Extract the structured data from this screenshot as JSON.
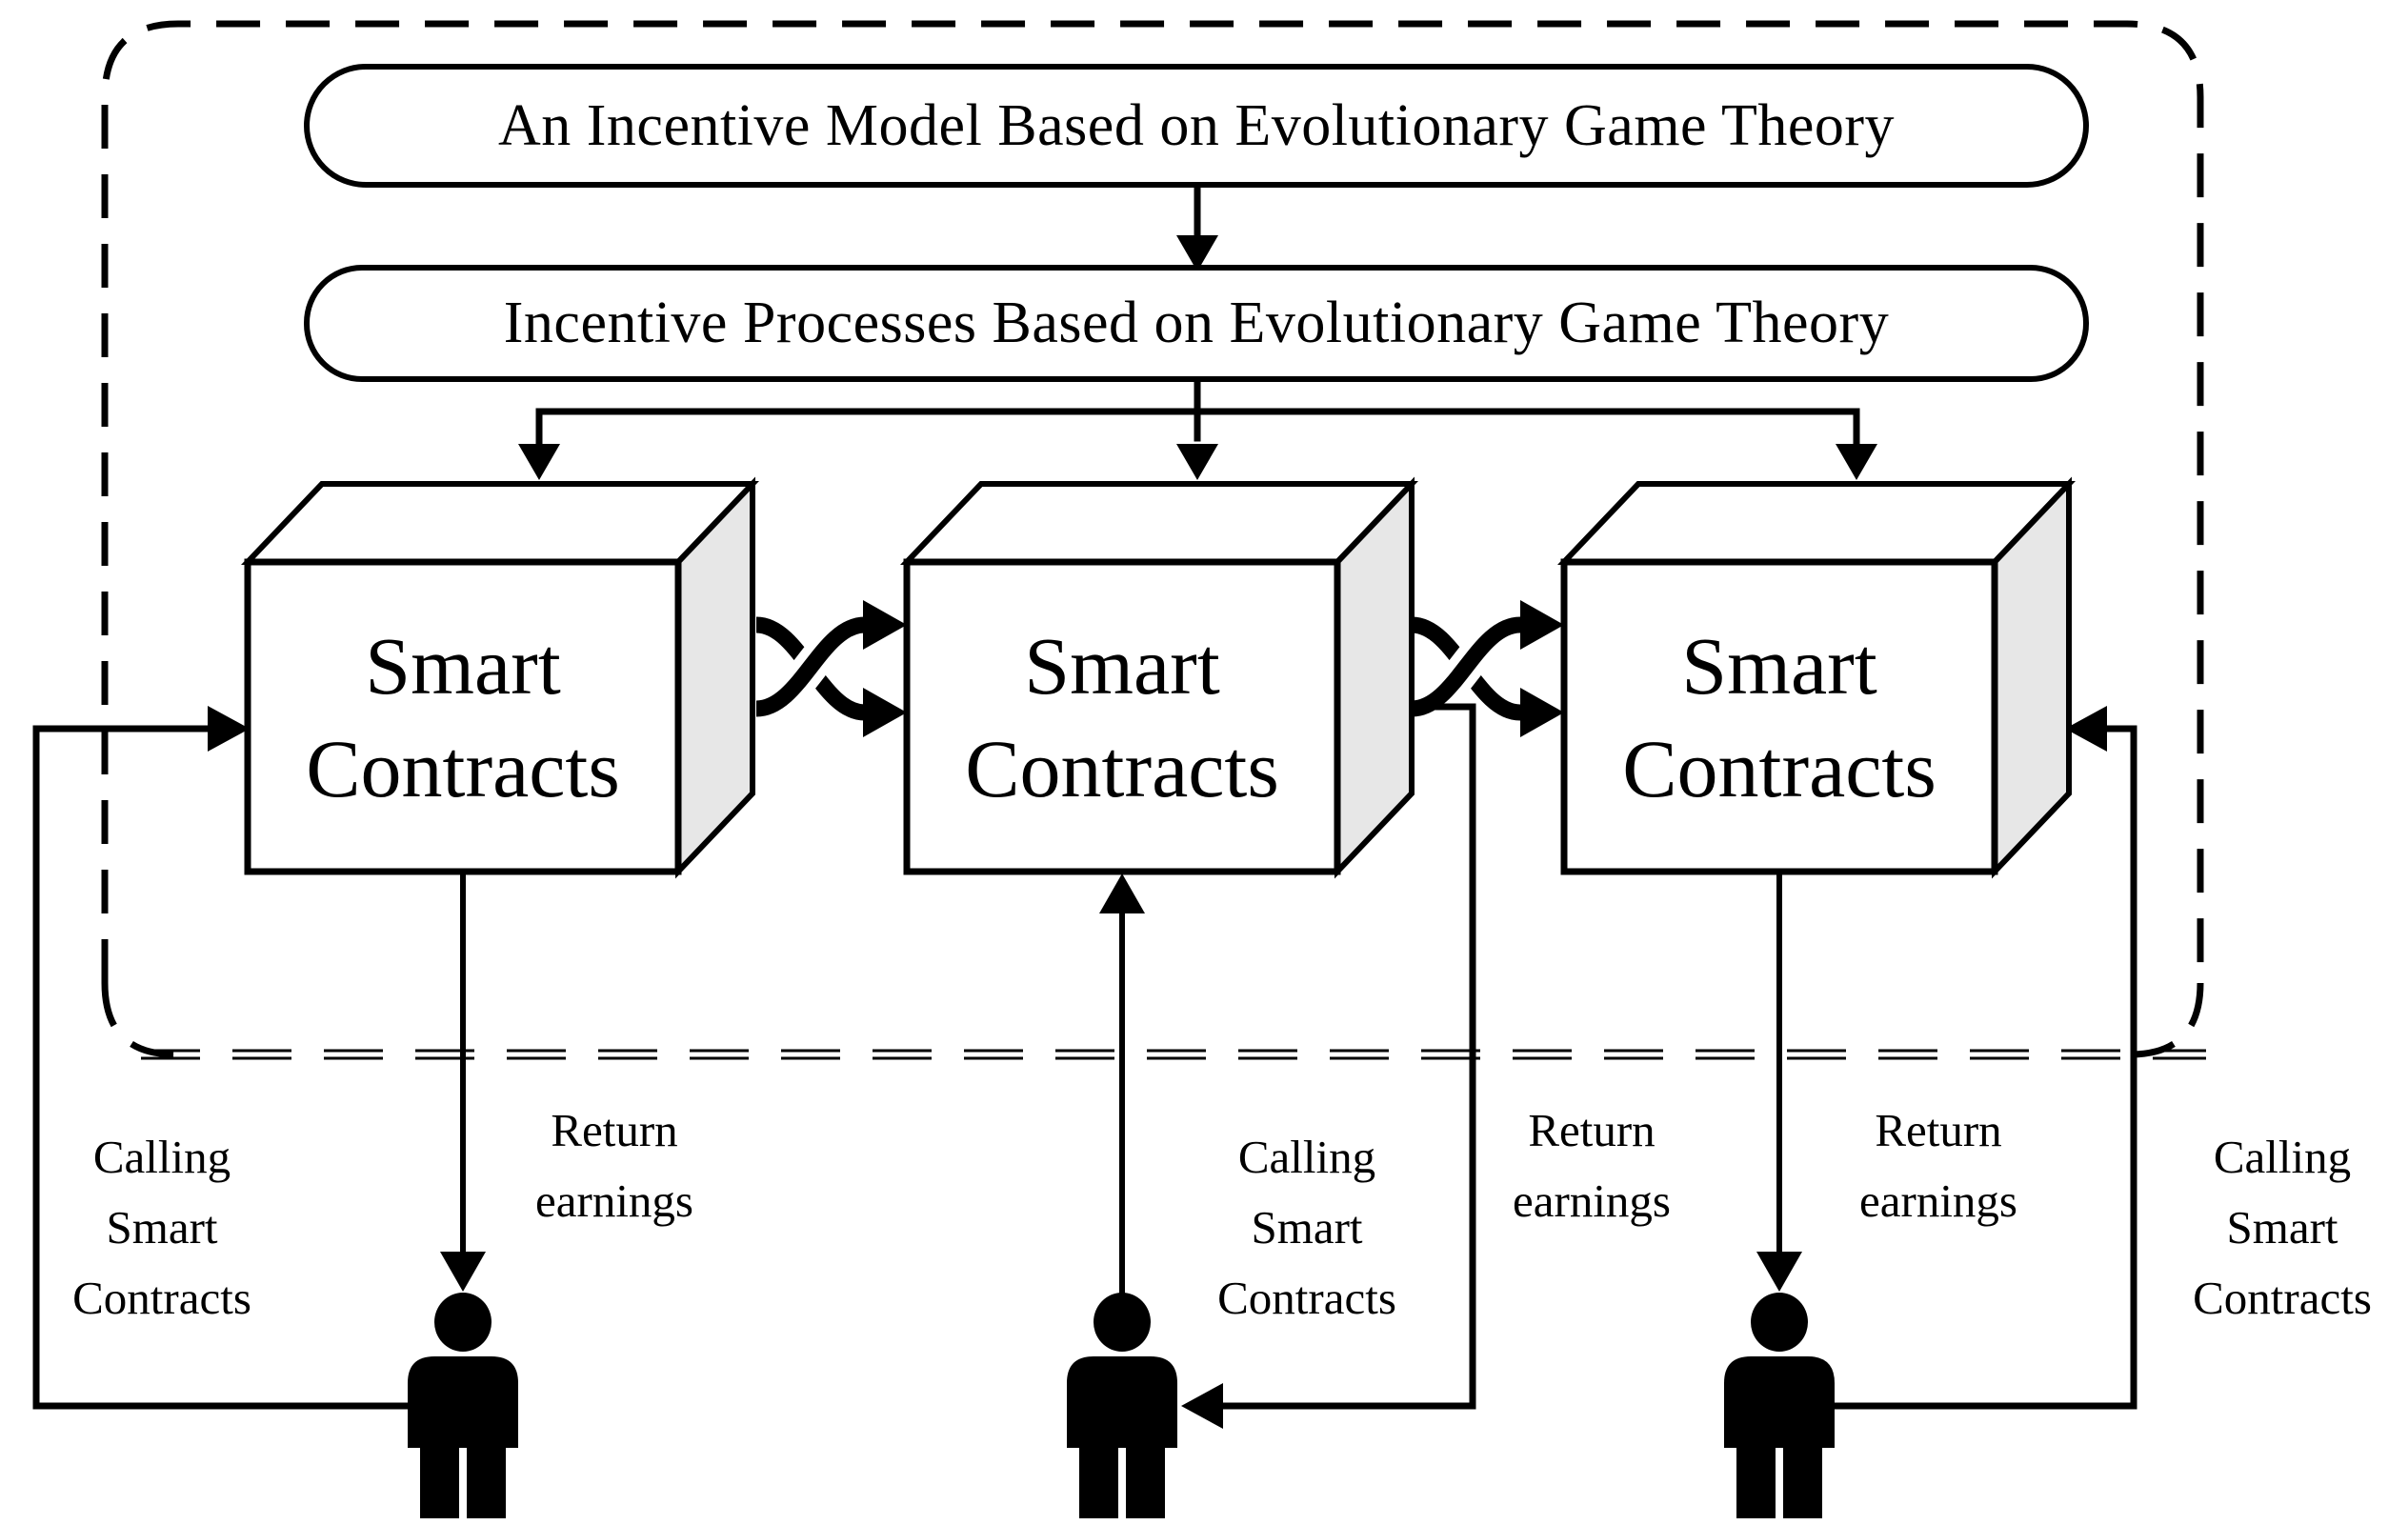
{
  "figure": {
    "type": "flow-diagram",
    "description": "Incentive model architecture with smart contracts and users"
  },
  "colors": {
    "line_color": "#000000",
    "side_fill": "#e7e7e7",
    "bg_color": "#ffffff"
  },
  "flow_nodes": {
    "model_label": "An Incentive Model Based on Evolutionary Game Theory",
    "process_label": "Incentive Processes Based on Evolutionary Game Theory"
  },
  "contract_boxes": [
    {
      "label": "Smart Contracts"
    },
    {
      "label": "Smart Contracts"
    },
    {
      "label": "Smart Contracts"
    }
  ],
  "edge_labels": [
    {
      "id": "calling-left",
      "text": "Calling Smart Contracts"
    },
    {
      "id": "return-left",
      "text": "Return earnings"
    },
    {
      "id": "calling-middle",
      "text": "Calling Smart Contracts"
    },
    {
      "id": "return-middle",
      "text": "Return earnings"
    },
    {
      "id": "return-right",
      "text": "Return earnings"
    },
    {
      "id": "calling-right",
      "text": "Calling Smart Contracts"
    }
  ],
  "actors": [
    {
      "id": "user-left"
    },
    {
      "id": "user-middle"
    },
    {
      "id": "user-right"
    }
  ]
}
